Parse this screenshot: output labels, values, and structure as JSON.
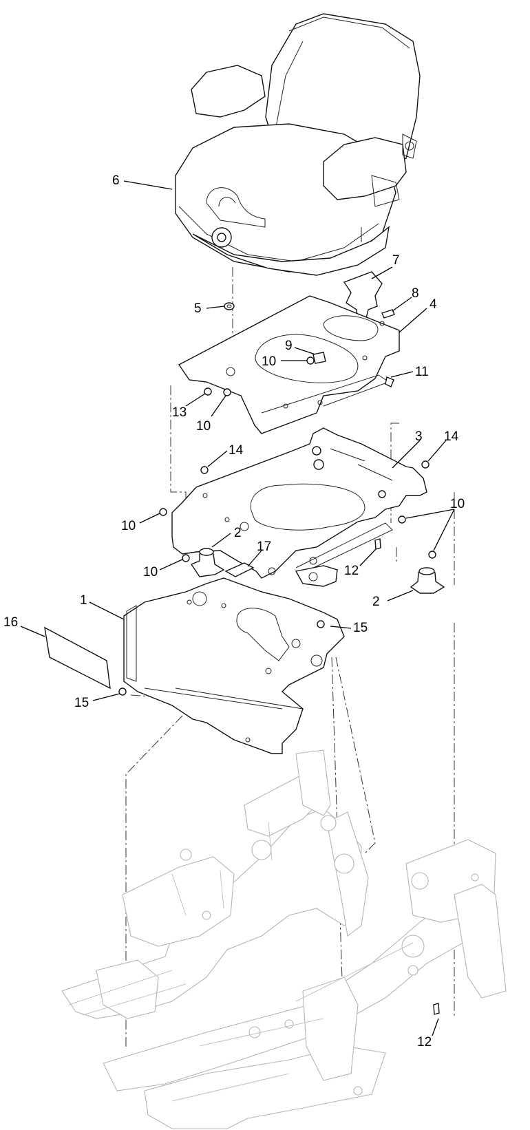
{
  "diagram": {
    "callouts": [
      {
        "id": "c6",
        "label": "6"
      },
      {
        "id": "c7",
        "label": "7"
      },
      {
        "id": "c5",
        "label": "5"
      },
      {
        "id": "c8",
        "label": "8"
      },
      {
        "id": "c4",
        "label": "4"
      },
      {
        "id": "c9",
        "label": "9"
      },
      {
        "id": "c10a",
        "label": "10"
      },
      {
        "id": "c11",
        "label": "11"
      },
      {
        "id": "c13",
        "label": "13"
      },
      {
        "id": "c10b",
        "label": "10"
      },
      {
        "id": "c3",
        "label": "3"
      },
      {
        "id": "c14a",
        "label": "14"
      },
      {
        "id": "c14b",
        "label": "14"
      },
      {
        "id": "c10c",
        "label": "10"
      },
      {
        "id": "c10d",
        "label": "10"
      },
      {
        "id": "c2a",
        "label": "2"
      },
      {
        "id": "c17",
        "label": "17"
      },
      {
        "id": "c10e",
        "label": "10"
      },
      {
        "id": "c12a",
        "label": "12"
      },
      {
        "id": "c2b",
        "label": "2"
      },
      {
        "id": "c1",
        "label": "1"
      },
      {
        "id": "c16",
        "label": "16"
      },
      {
        "id": "c15a",
        "label": "15"
      },
      {
        "id": "c15b",
        "label": "15"
      },
      {
        "id": "c12b",
        "label": "12"
      }
    ]
  }
}
